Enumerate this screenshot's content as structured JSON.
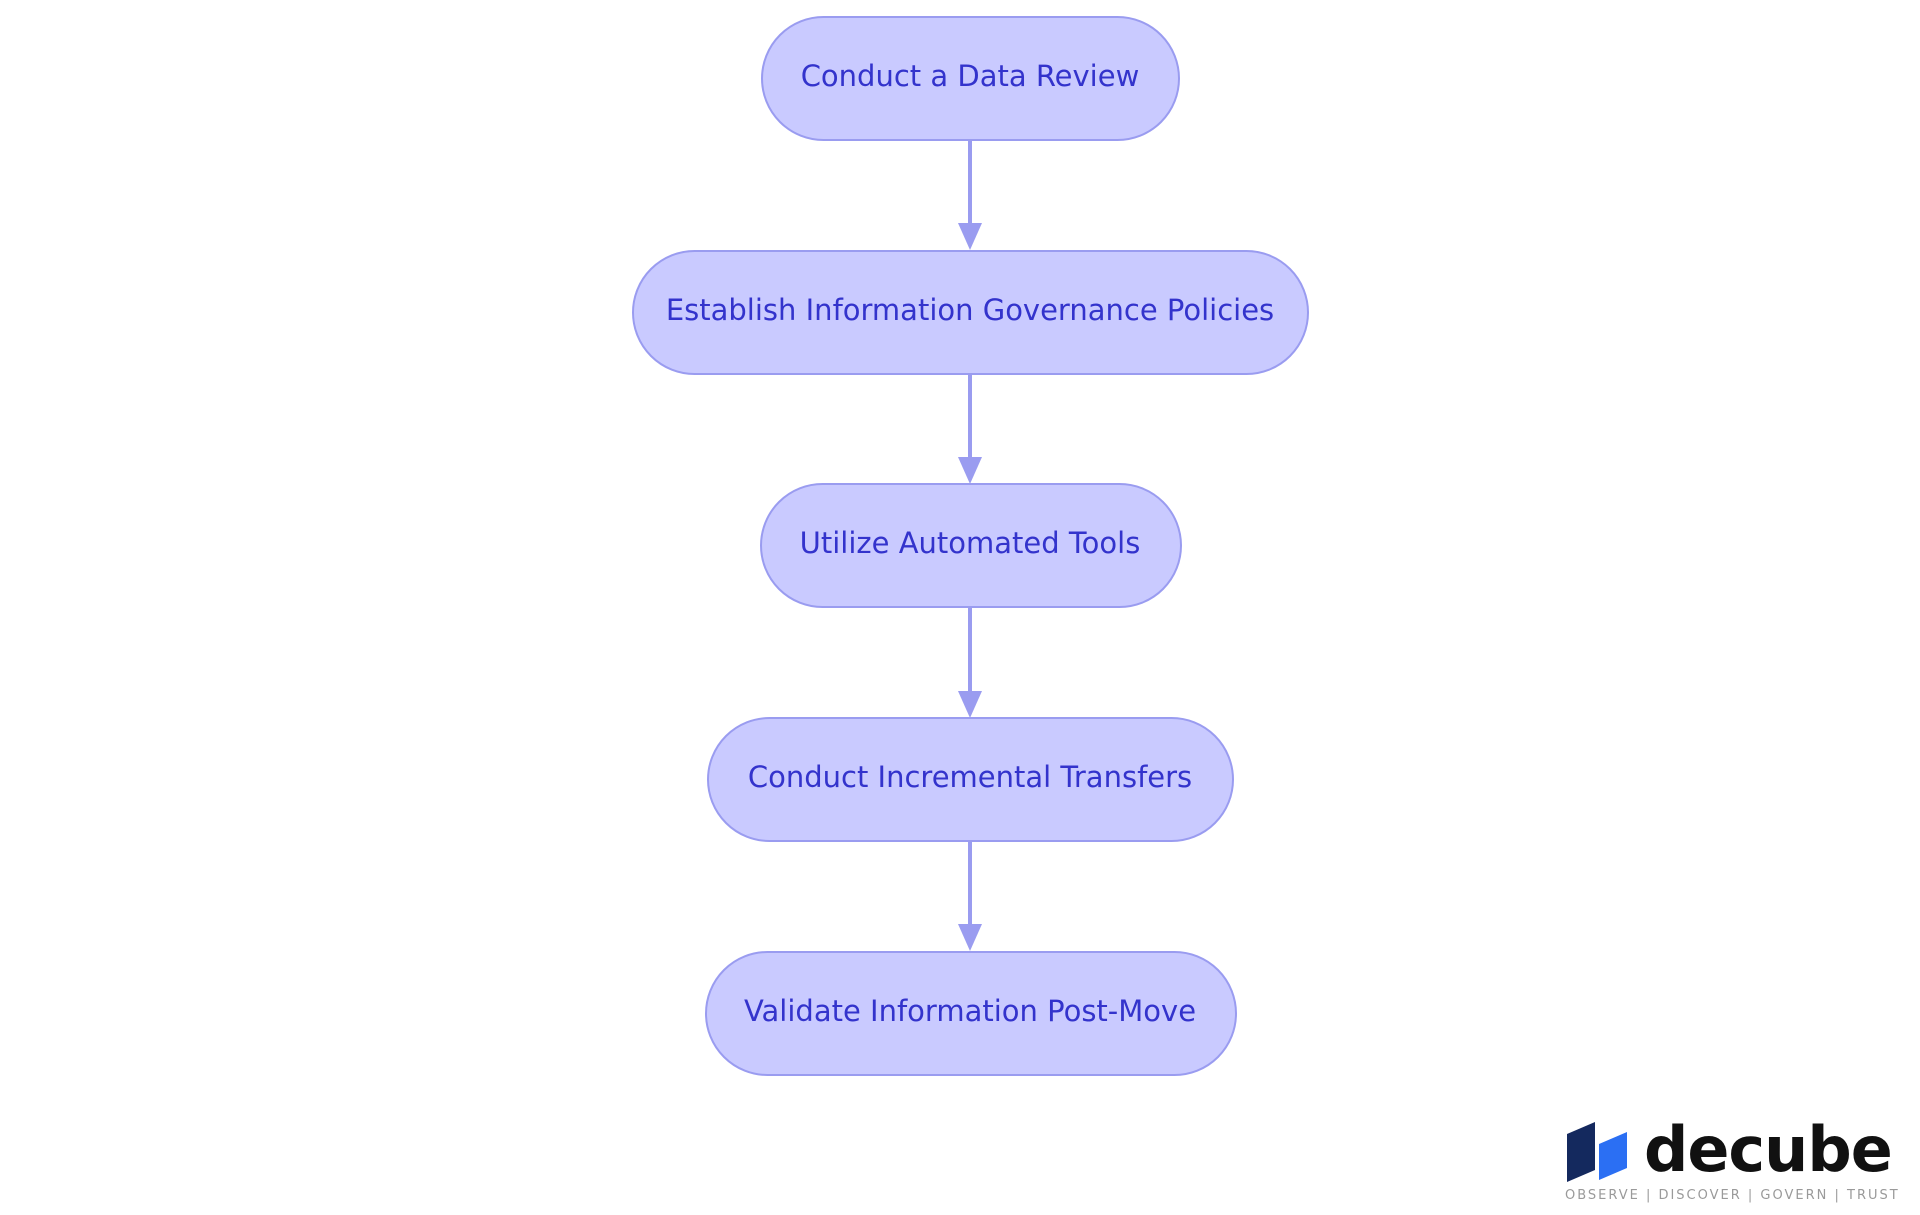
{
  "diagram": {
    "type": "flowchart",
    "direction": "top-to-bottom",
    "colors": {
      "node_fill": "#c9caff",
      "node_stroke": "#9a9cf0",
      "node_text": "#3333cc",
      "edge": "#9a9cf0"
    },
    "nodes": [
      {
        "id": "n1",
        "label": "Conduct a Data Review"
      },
      {
        "id": "n2",
        "label": "Establish Information Governance Policies"
      },
      {
        "id": "n3",
        "label": "Utilize Automated Tools"
      },
      {
        "id": "n4",
        "label": "Conduct Incremental Transfers"
      },
      {
        "id": "n5",
        "label": "Validate Information Post-Move"
      }
    ],
    "edges": [
      {
        "from": "n1",
        "to": "n2"
      },
      {
        "from": "n2",
        "to": "n3"
      },
      {
        "from": "n3",
        "to": "n4"
      },
      {
        "from": "n4",
        "to": "n5"
      }
    ]
  },
  "brand": {
    "name": "decube",
    "tagline": "OBSERVE | DISCOVER | GOVERN | TRUST",
    "icon": "decube-logo-icon",
    "colors": {
      "dark": "#14295e",
      "light": "#2b6ff3",
      "text": "#111111",
      "tagline": "#9a9a9a"
    }
  }
}
